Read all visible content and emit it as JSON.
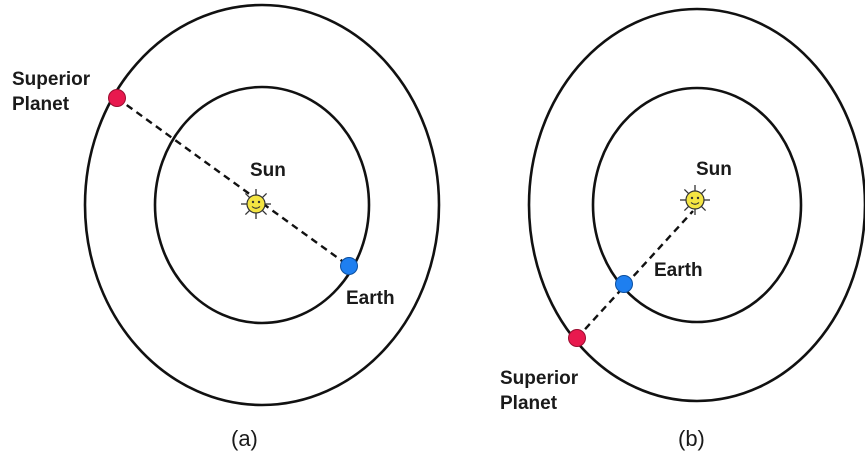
{
  "colors": {
    "earth": "#1e7ff0",
    "superior_planet": "#e8194e",
    "sun": "#f4e542",
    "orbit": "#111111"
  },
  "panel_a": {
    "sun_label": "Sun",
    "earth_label": "Earth",
    "planet_label_line1": "Superior",
    "planet_label_line2": "Planet",
    "caption": "(a)"
  },
  "panel_b": {
    "sun_label": "Sun",
    "earth_label": "Earth",
    "planet_label_line1": "Superior",
    "planet_label_line2": "Planet",
    "caption": "(b)"
  }
}
